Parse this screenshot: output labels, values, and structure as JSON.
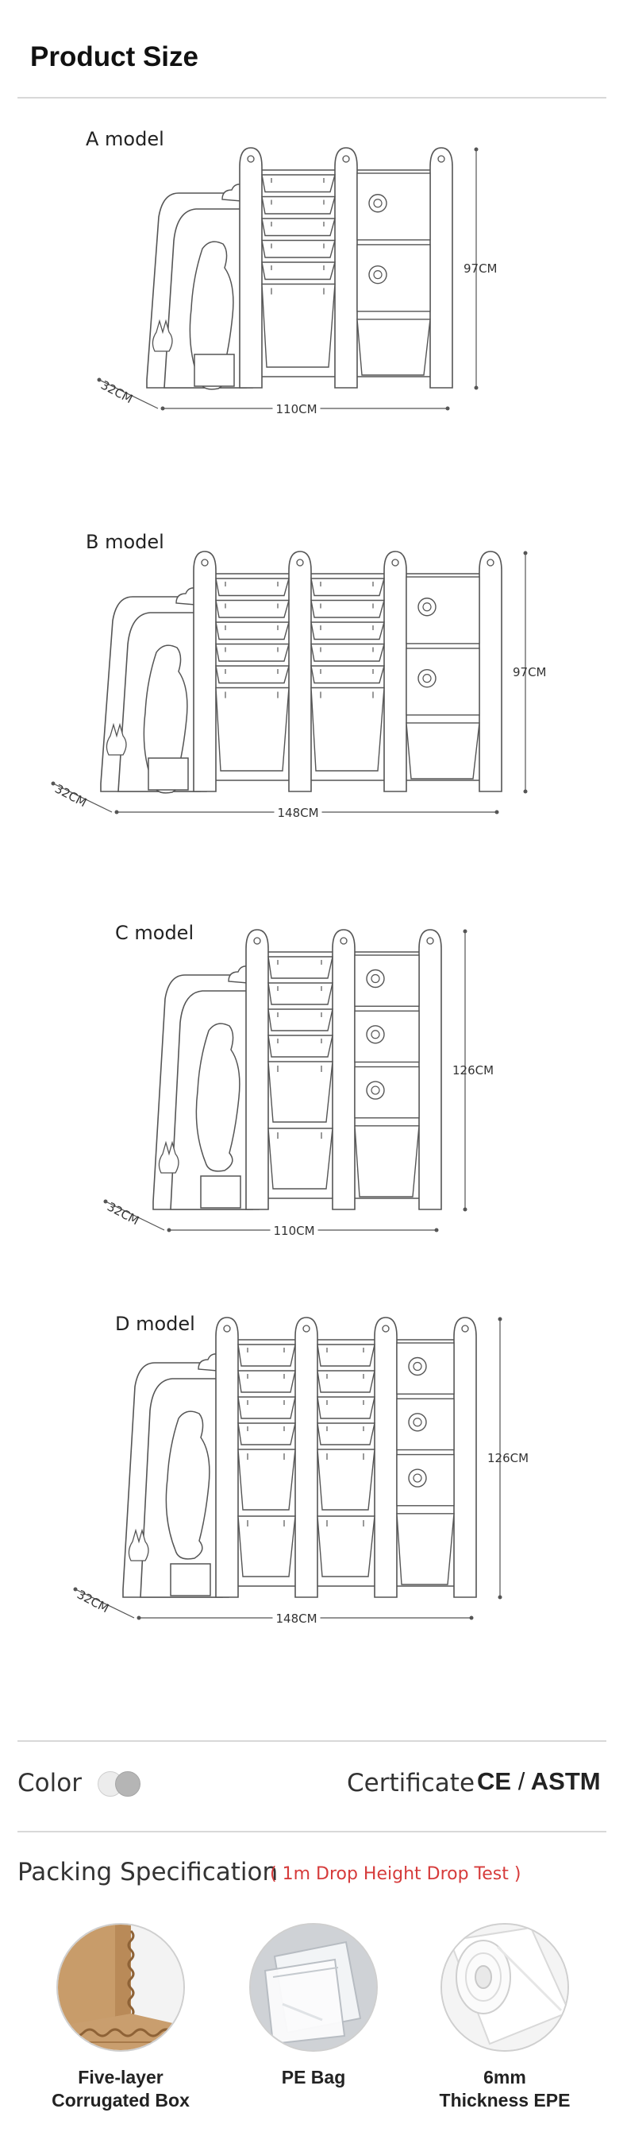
{
  "page": {
    "title": "Product Size"
  },
  "models": [
    {
      "label": "A model",
      "depth": "32CM",
      "width": "110CM",
      "height": "97CM"
    },
    {
      "label": "B model",
      "depth": "32CM",
      "width": "148CM",
      "height": "97CM"
    },
    {
      "label": "C model",
      "depth": "32CM",
      "width": "110CM",
      "height": "126CM"
    },
    {
      "label": "D model",
      "depth": "32CM",
      "width": "148CM",
      "height": "126CM"
    }
  ],
  "color": {
    "label": "Color",
    "swatches": [
      "#ececec",
      "#b5b5b5"
    ]
  },
  "certificate": {
    "label": "Certificate",
    "ce": "CE",
    "sep": "/",
    "astm": "ASTM"
  },
  "packing": {
    "title": "Packing Specification",
    "note": "( 1m Drop Height Drop Test )",
    "items": [
      {
        "line1": "Five-layer",
        "line2": "Corrugated Box",
        "icon": "corrugated-box-icon"
      },
      {
        "line1": "PE Bag",
        "line2": "",
        "icon": "pe-bag-icon"
      },
      {
        "line1": "6mm",
        "line2": "Thickness EPE",
        "icon": "epe-foam-icon"
      }
    ]
  },
  "colors": {
    "rule": "#d8d8d8",
    "note": "#d63b3b",
    "line": "#555555"
  }
}
